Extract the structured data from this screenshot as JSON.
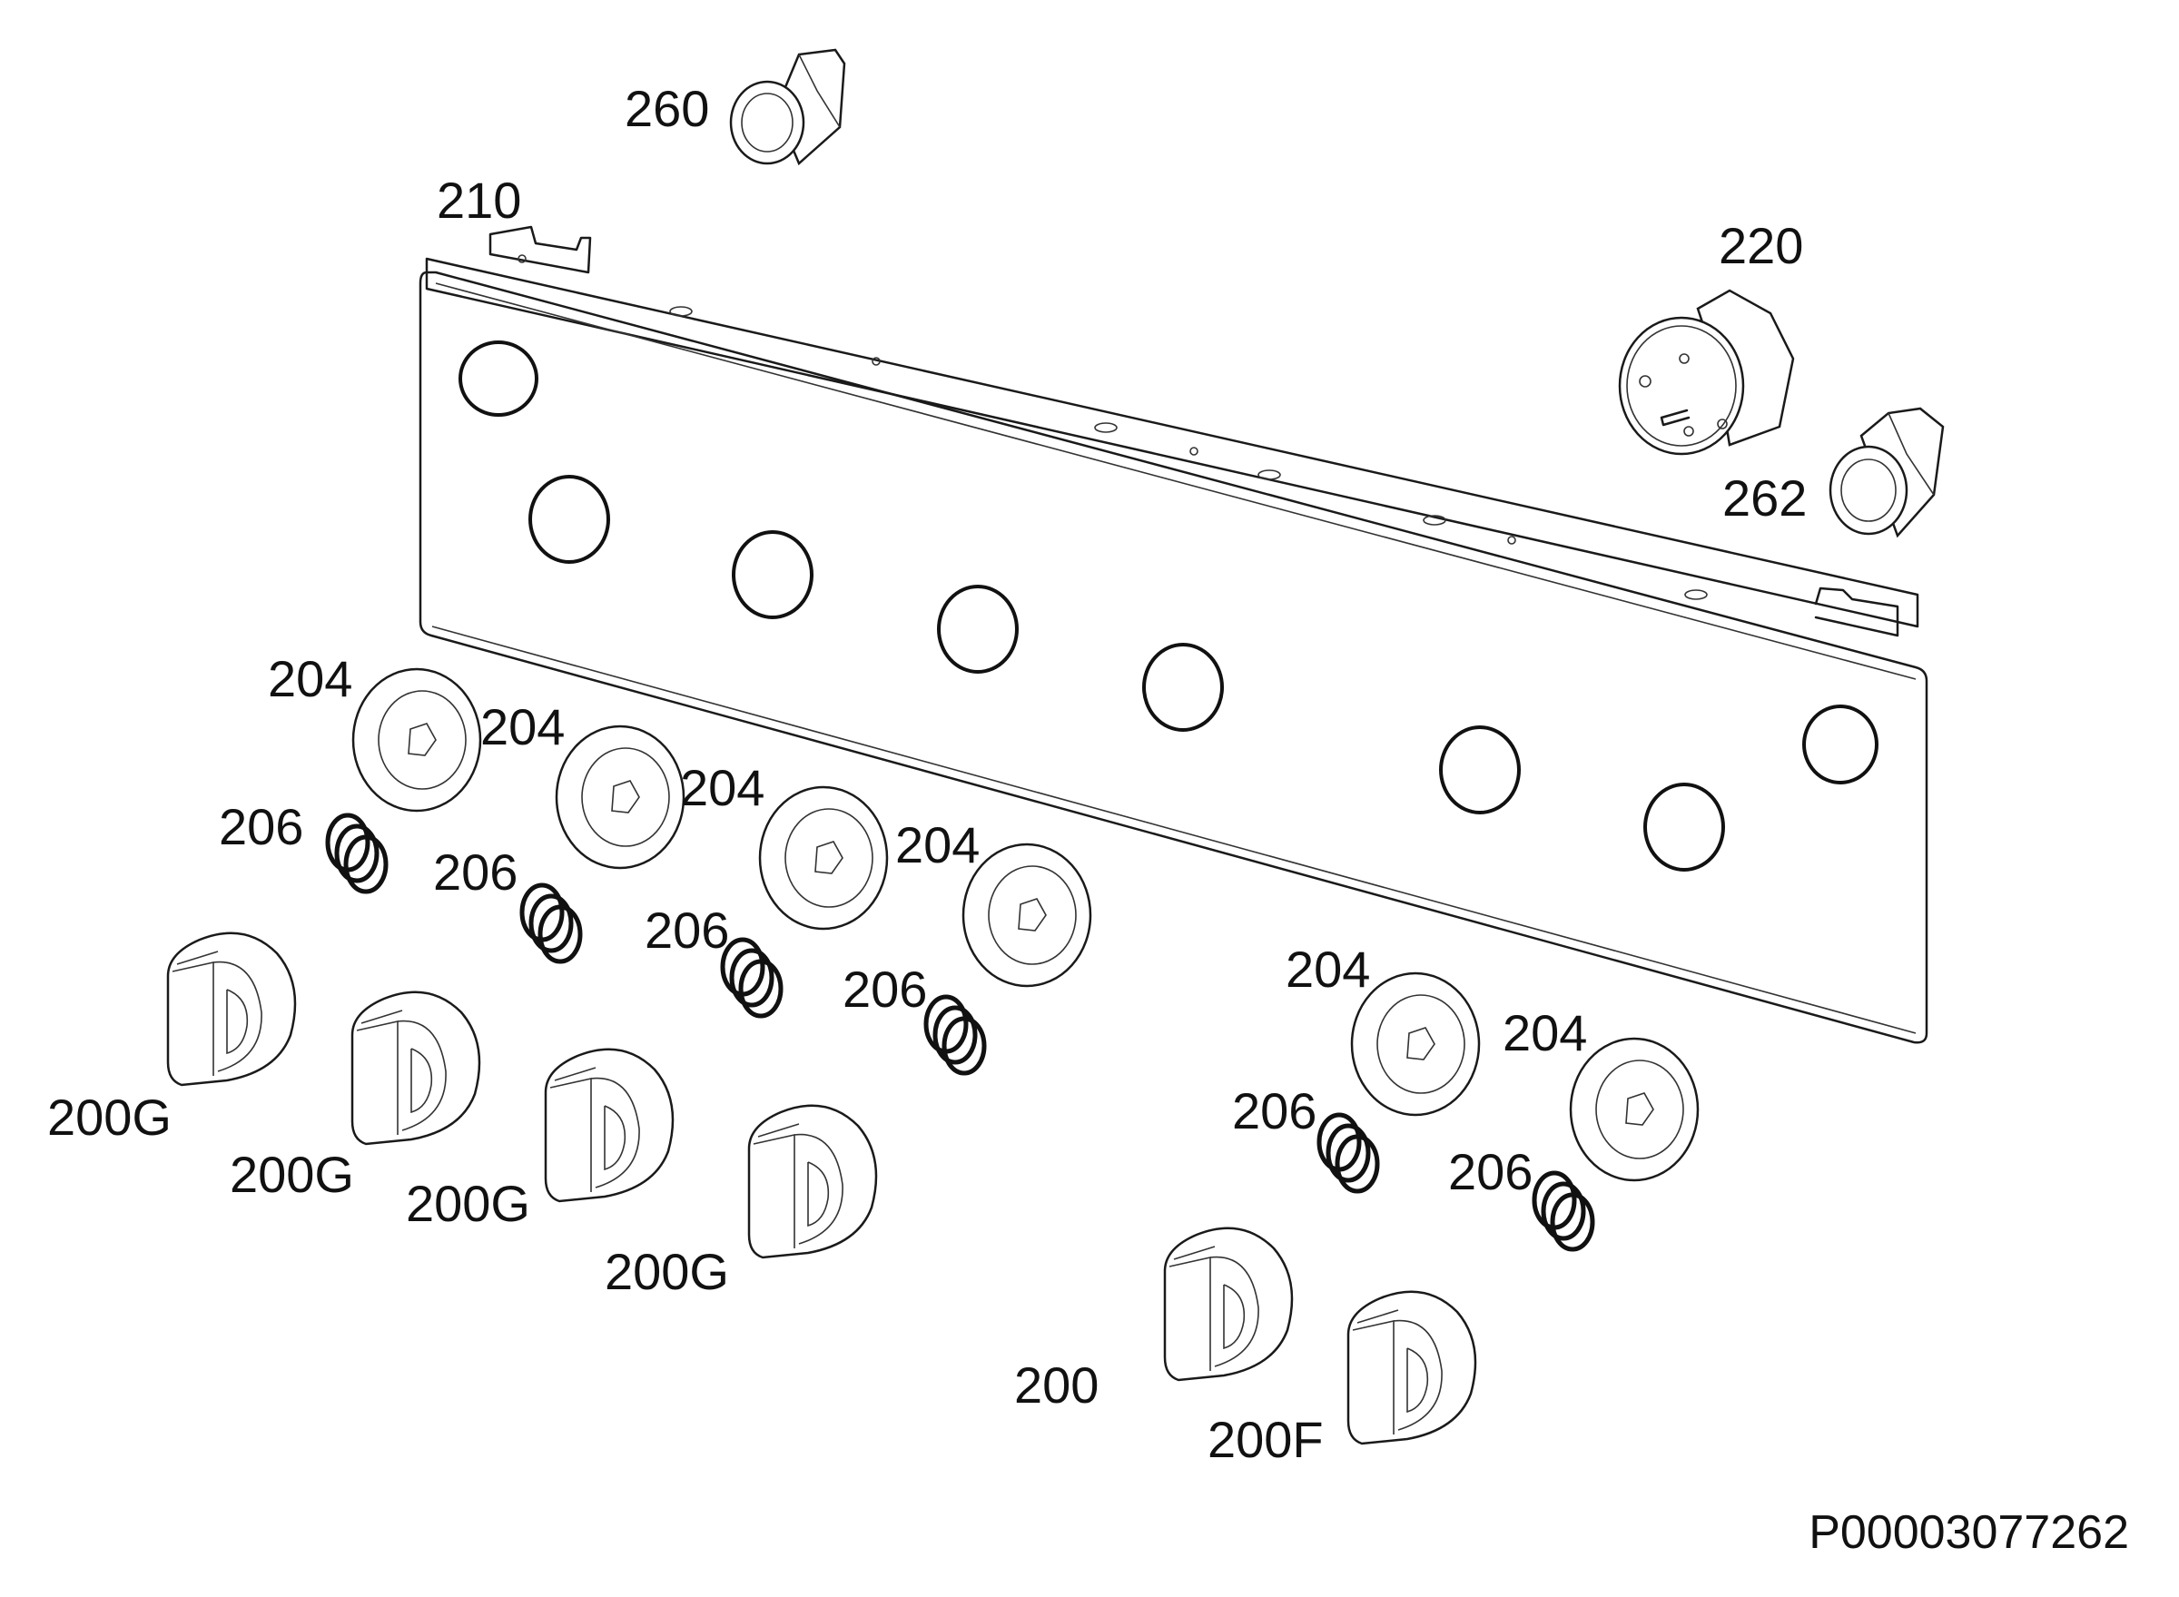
{
  "diagram_code": "P00003077262",
  "labels": {
    "l260": "260",
    "l210": "210",
    "l220": "220",
    "l262": "262",
    "l204a": "204",
    "l204b": "204",
    "l204c": "204",
    "l204d": "204",
    "l204e": "204",
    "l204f": "204",
    "l206a": "206",
    "l206b": "206",
    "l206c": "206",
    "l206d": "206",
    "l206e": "206",
    "l206f": "206",
    "l200Ga": "200G",
    "l200Gb": "200G",
    "l200Gc": "200G",
    "l200Gd": "200G",
    "l200": "200",
    "l200F": "200F"
  }
}
